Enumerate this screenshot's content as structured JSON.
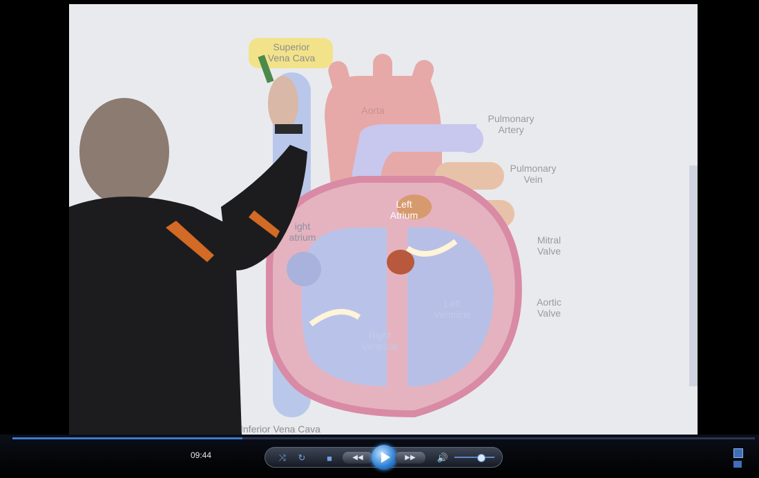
{
  "heart_labels": {
    "superior_vena_cava": "Superior\nVena Cava",
    "aorta": "Aorta",
    "pulmonary_artery": "Pulmonary\nArtery",
    "pulmonary_vein": "Pulmonary\nVein",
    "left_atrium": "Left\nAtrium",
    "right_atrium": "ight\natrium",
    "mitral_valve": "Mitral\nValve",
    "aortic_valve": "Aortic\nValve",
    "left_ventricle": "Left\nVentricle",
    "right_ventricle": "Right\nVentricle",
    "inferior_vena_cava": "Inferior Vena Cava"
  },
  "player": {
    "time": "09:44",
    "progress": 0.31,
    "volume": 0.65,
    "state": "paused"
  },
  "colors": {
    "accent": "#3d7ad6",
    "screen": "#e6e7ea"
  },
  "icons": {
    "controls": [
      "shuffle-icon",
      "repeat-icon",
      "stop-icon",
      "previous-icon",
      "play-icon",
      "next-icon",
      "volume-icon"
    ],
    "corner": [
      "switch-to-library-icon",
      "fullscreen-icon"
    ]
  }
}
